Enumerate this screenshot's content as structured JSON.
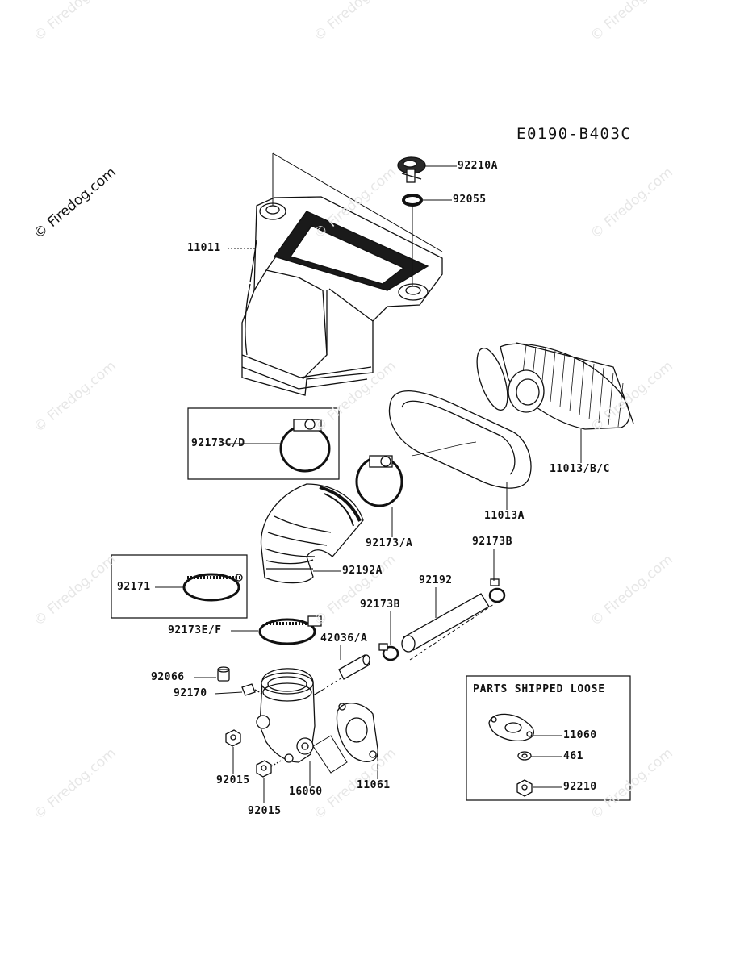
{
  "diagram_id": "E0190-B403C",
  "watermark": "© Firedog.com",
  "parts_loose_title": "PARTS SHIPPED LOOSE",
  "callouts": {
    "p92210A": "92210A",
    "p92055": "92055",
    "p11011": "11011",
    "p92173CD": "92173C/D",
    "p11013BC": "11013/B/C",
    "p11013A": "11013A",
    "p92173A": "92173/A",
    "p92173B_top": "92173B",
    "p92192A": "92192A",
    "p92171": "92171",
    "p92192": "92192",
    "p92173B_mid": "92173B",
    "p92173EF": "92173E/F",
    "p42036A": "42036/A",
    "p92066": "92066",
    "p92170": "92170",
    "p92015_a": "92015",
    "p92015_b": "92015",
    "p16060": "16060",
    "p11061": "11061",
    "p11060": "11060",
    "p461": "461",
    "p92210": "92210"
  }
}
